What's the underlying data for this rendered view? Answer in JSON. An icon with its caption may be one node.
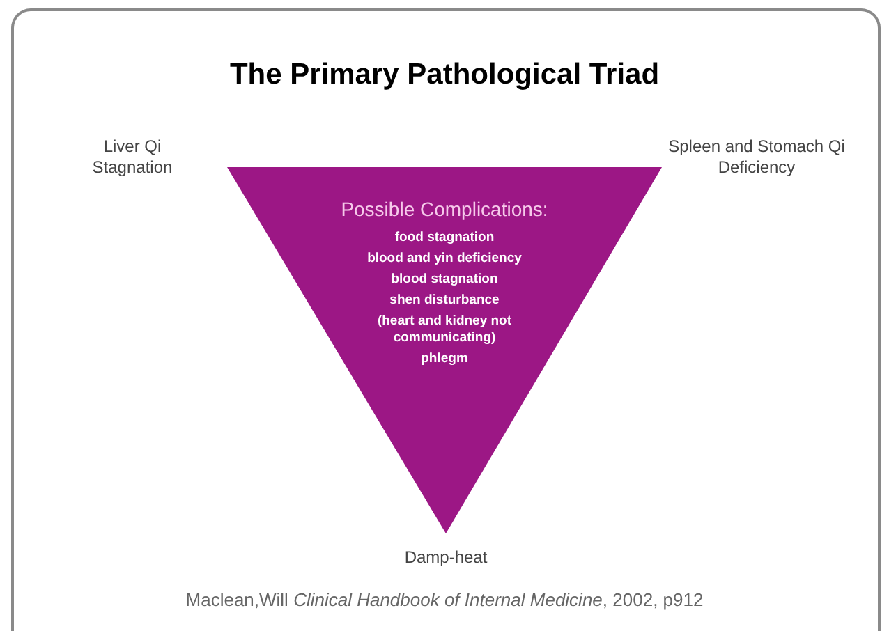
{
  "diagram": {
    "title": "The Primary Pathological Triad",
    "nodes": [
      {
        "text": [
          "Possible Complications:",
          "food stagnation",
          "blood and yin deficiency",
          "blood stagnation",
          "shen disturbance",
          "(heart and kidney not communicating)",
          "phlegm"
        ]
      }
    ],
    "labels": [
      "Liver Qi Stagnation",
      "Spleen and Stomach Qi Deficiency",
      "Damp-heat"
    ],
    "caption": "Maclean,Will *Clinical Handbook of Internal Medicine*, 2002, p912"
  }
}
